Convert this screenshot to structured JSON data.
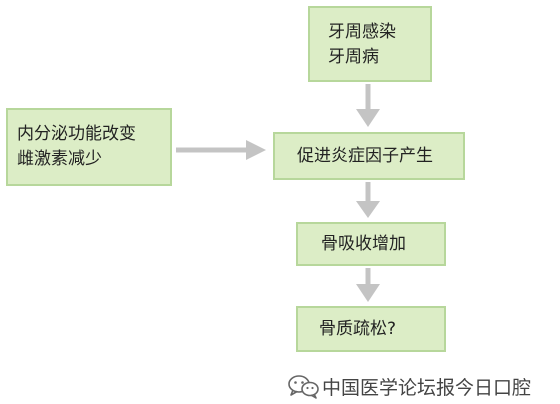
{
  "diagram": {
    "nodes": {
      "periodontal": {
        "lines": [
          "牙周感染",
          "牙周病"
        ]
      },
      "endocrine": {
        "lines": [
          "内分泌功能改变",
          "雌激素减少"
        ]
      },
      "inflammatory": {
        "lines": [
          "促进炎症因子产生"
        ]
      },
      "resorption": {
        "lines": [
          "骨吸收增加"
        ]
      },
      "osteoporosis": {
        "lines": [
          "骨质疏松?"
        ]
      }
    },
    "edges": [
      {
        "from": "periodontal",
        "to": "inflammatory"
      },
      {
        "from": "endocrine",
        "to": "inflammatory"
      },
      {
        "from": "inflammatory",
        "to": "resorption"
      },
      {
        "from": "resorption",
        "to": "osteoporosis"
      }
    ]
  },
  "watermark": {
    "icon": "wechat-icon",
    "text": "中国医学论坛报今日口腔"
  },
  "colors": {
    "box_fill": "#dcedc6",
    "box_border": "#b7d79b",
    "arrow": "#c4c4c4",
    "text": "#222222"
  }
}
